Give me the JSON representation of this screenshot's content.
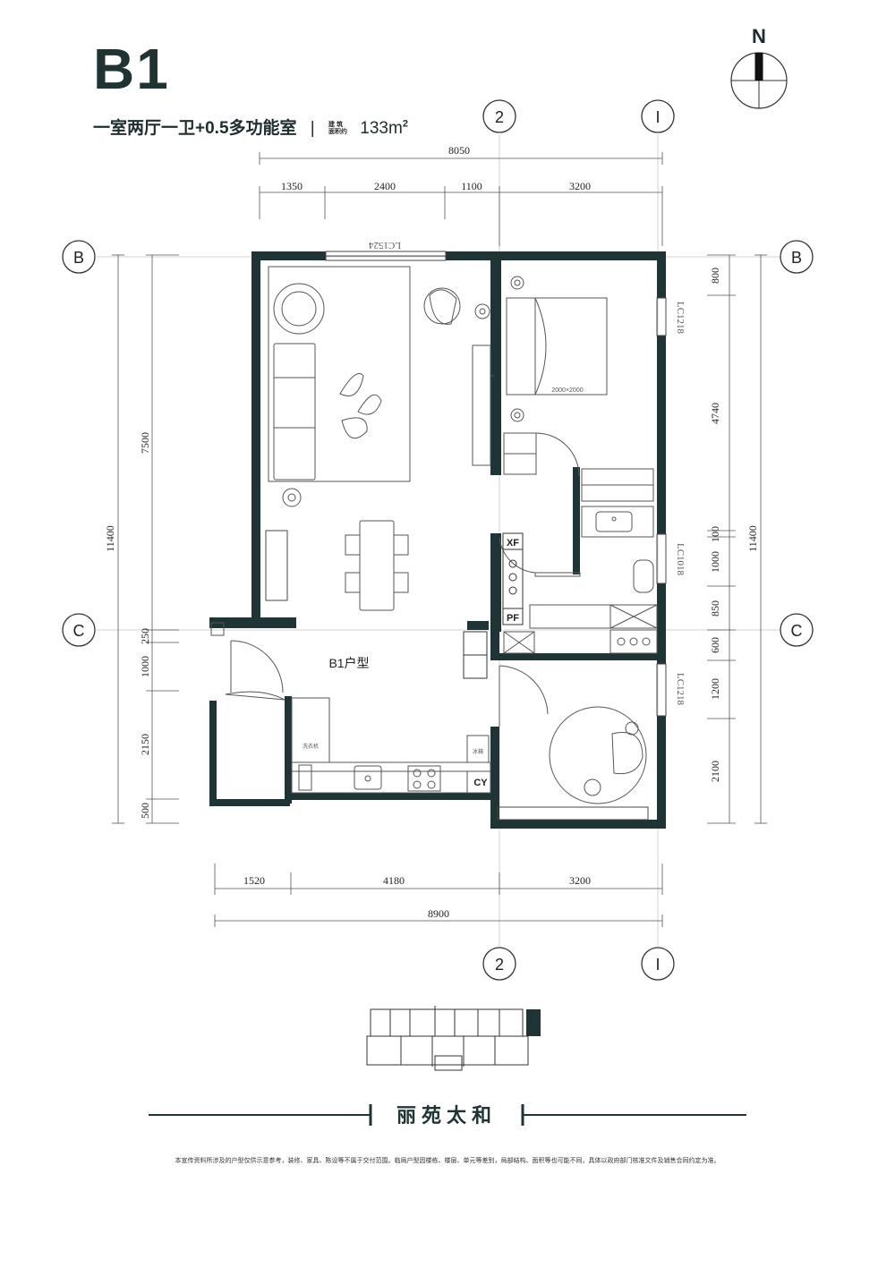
{
  "header": {
    "unit_code": "B1",
    "layout_desc": "一室两厅一卫+0.5多功能室",
    "separator": "|",
    "area_label_line1": "建 筑",
    "area_label_line2": "面积约",
    "area_value": "133m",
    "area_unit_sup": "2"
  },
  "compass": {
    "north_label": "N"
  },
  "axes": {
    "axis_2": "2",
    "axis_1": "I",
    "axis_b": "B",
    "axis_c": "C"
  },
  "dimensions": {
    "top_total": "8050",
    "top_segments": [
      "1350",
      "2400",
      "1100",
      "3200"
    ],
    "bottom_segments": [
      "1520",
      "4180",
      "3200"
    ],
    "bottom_total": "8900",
    "left_upper": "7500",
    "left_total": "11400",
    "left_lower": [
      "250",
      "1000",
      "2150",
      "500"
    ],
    "right_total": "11400",
    "right_segments": [
      "800",
      "4740",
      "100",
      "1000",
      "850",
      "600",
      "1200",
      "2100"
    ]
  },
  "windows": {
    "top": "LC1524",
    "right_upper": "LC1218",
    "right_mid": "LC1018",
    "right_lower": "LC1218"
  },
  "room_labels": {
    "unit_name": "B1户型",
    "bed_size": "2000×2000",
    "xf": "XF",
    "pf": "PF",
    "cy": "CY",
    "washer": "洗衣机",
    "fridge": "冰箱"
  },
  "brand": {
    "name": "丽苑太和"
  },
  "disclaimer": "本宣传资料所涉及的户型仅供示意参考，装修、家具、陈设等不属于交付范围。临局户型因楼栋、楼层、单元等差别，局部结构、面积等也可能不同，具体以政府部门核准文件及销售合同约定为准。"
}
